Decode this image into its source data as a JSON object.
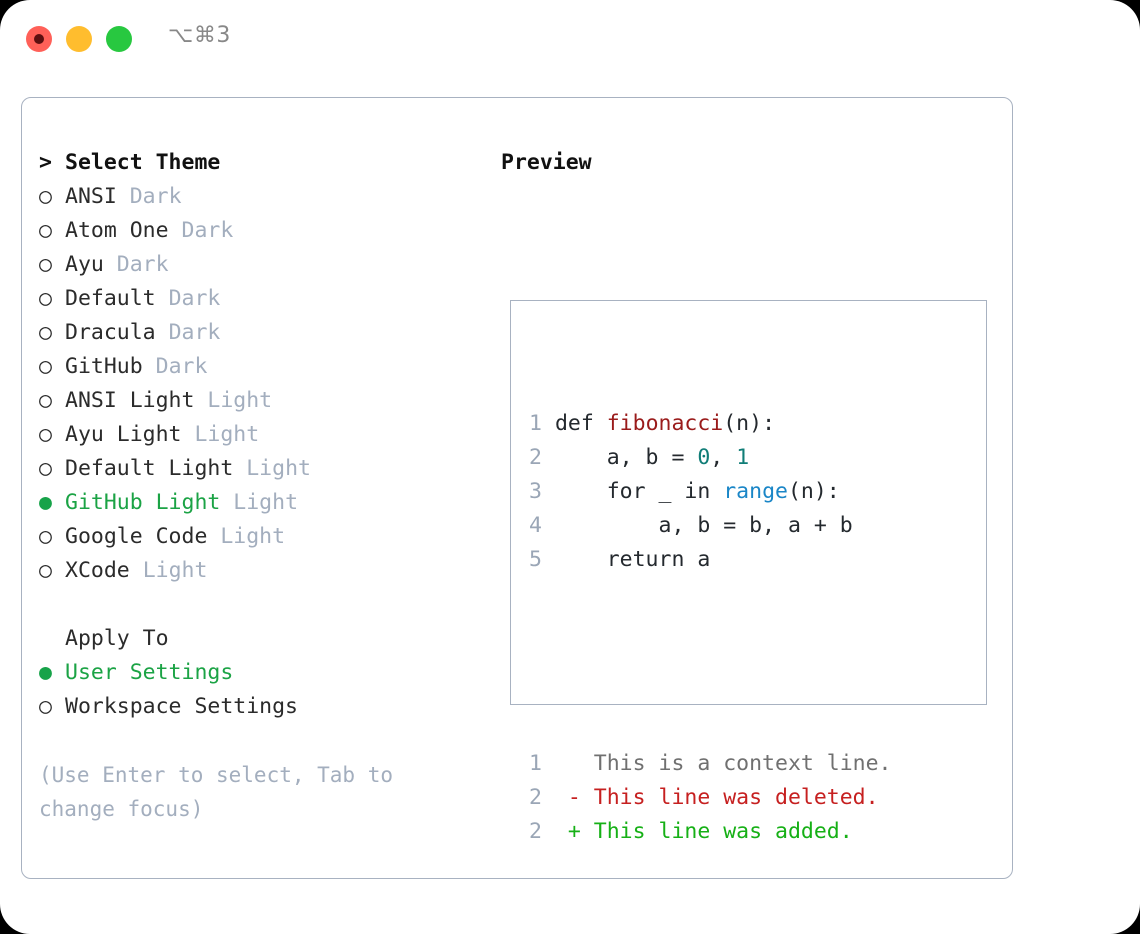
{
  "titlebar": {
    "shortcut": "⌥⌘3",
    "buttons": {
      "close": "close",
      "minimize": "minimize",
      "maximize": "maximize"
    }
  },
  "theme_selector": {
    "heading_marker": ">",
    "heading": "Select Theme",
    "items": [
      {
        "marker": "○",
        "name": "ANSI",
        "variant": "Dark",
        "selected": false
      },
      {
        "marker": "○",
        "name": "Atom One",
        "variant": "Dark",
        "selected": false
      },
      {
        "marker": "○",
        "name": "Ayu",
        "variant": "Dark",
        "selected": false
      },
      {
        "marker": "○",
        "name": "Default",
        "variant": "Dark",
        "selected": false
      },
      {
        "marker": "○",
        "name": "Dracula",
        "variant": "Dark",
        "selected": false
      },
      {
        "marker": "○",
        "name": "GitHub",
        "variant": "Dark",
        "selected": false
      },
      {
        "marker": "○",
        "name": "ANSI Light",
        "variant": "Light",
        "selected": false
      },
      {
        "marker": "○",
        "name": "Ayu Light",
        "variant": "Light",
        "selected": false
      },
      {
        "marker": "○",
        "name": "Default Light",
        "variant": "Light",
        "selected": false
      },
      {
        "marker": "●",
        "name": "GitHub Light",
        "variant": "Light",
        "selected": true
      },
      {
        "marker": "○",
        "name": "Google Code",
        "variant": "Light",
        "selected": false
      },
      {
        "marker": "○",
        "name": "XCode",
        "variant": "Light",
        "selected": false
      }
    ]
  },
  "apply_to": {
    "label": "Apply To",
    "options": [
      {
        "marker": "●",
        "label": "User Settings",
        "selected": true
      },
      {
        "marker": "○",
        "label": "Workspace Settings",
        "selected": false
      }
    ]
  },
  "hint": "(Use Enter to select, Tab to change focus)",
  "preview": {
    "title": "Preview",
    "code_lines": [
      {
        "num": "1",
        "tokens": [
          {
            "t": "def ",
            "c": "k-def"
          },
          {
            "t": "fibonacci",
            "c": "k-fn"
          },
          {
            "t": "(n):",
            "c": "k-plain"
          }
        ]
      },
      {
        "num": "2",
        "tokens": [
          {
            "t": "    a, b = ",
            "c": "k-plain"
          },
          {
            "t": "0",
            "c": "k-num"
          },
          {
            "t": ", ",
            "c": "k-plain"
          },
          {
            "t": "1",
            "c": "k-num"
          }
        ]
      },
      {
        "num": "3",
        "tokens": [
          {
            "t": "    for _ in ",
            "c": "k-plain"
          },
          {
            "t": "range",
            "c": "k-call"
          },
          {
            "t": "(n):",
            "c": "k-plain"
          }
        ]
      },
      {
        "num": "4",
        "tokens": [
          {
            "t": "        a, b = b, a + b",
            "c": "k-plain"
          }
        ]
      },
      {
        "num": "5",
        "tokens": [
          {
            "t": "    return a",
            "c": "k-plain"
          }
        ]
      }
    ],
    "diff_lines": [
      {
        "num": "1",
        "marker": "  ",
        "text": "This is a context line.",
        "kind": "d-ctx"
      },
      {
        "num": "2",
        "marker": "- ",
        "text": "This line was deleted.",
        "kind": "d-del"
      },
      {
        "num": "2",
        "marker": "+ ",
        "text": "This line was added.",
        "kind": "d-add"
      }
    ]
  },
  "colors": {
    "selected_green": "#1ba345",
    "dim_text": "#a3aebe",
    "border": "#a8b2c1",
    "diff_added": "#16b016",
    "diff_deleted": "#c62020",
    "fn_name": "#9a1b1b",
    "number": "#107d77",
    "builtin": "#1a86c7"
  }
}
